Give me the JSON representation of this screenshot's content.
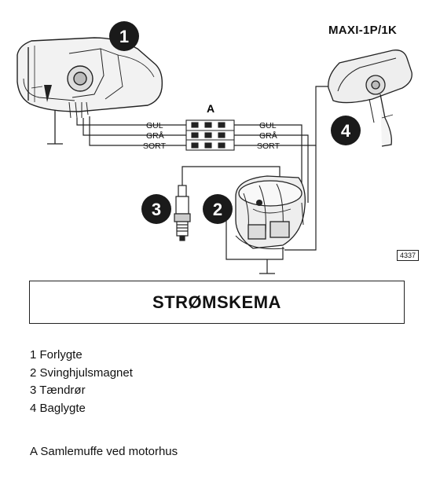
{
  "model": "MAXI-1P/1K",
  "figure_number": "4337",
  "title": "STRØMSKEMA",
  "connector_label": "A",
  "wires": [
    {
      "left": "GUL",
      "right": "GUL"
    },
    {
      "left": "GRÅ",
      "right": "GRÅ"
    },
    {
      "left": "SORT",
      "right": "SORT"
    }
  ],
  "callouts": [
    "1",
    "2",
    "3",
    "4"
  ],
  "legend": [
    "1 Forlygte",
    "2 Svinghjulsmagnet",
    "3 Tændrør",
    "4 Baglygte"
  ],
  "footnote": "A Samlemuffe ved motorhus"
}
